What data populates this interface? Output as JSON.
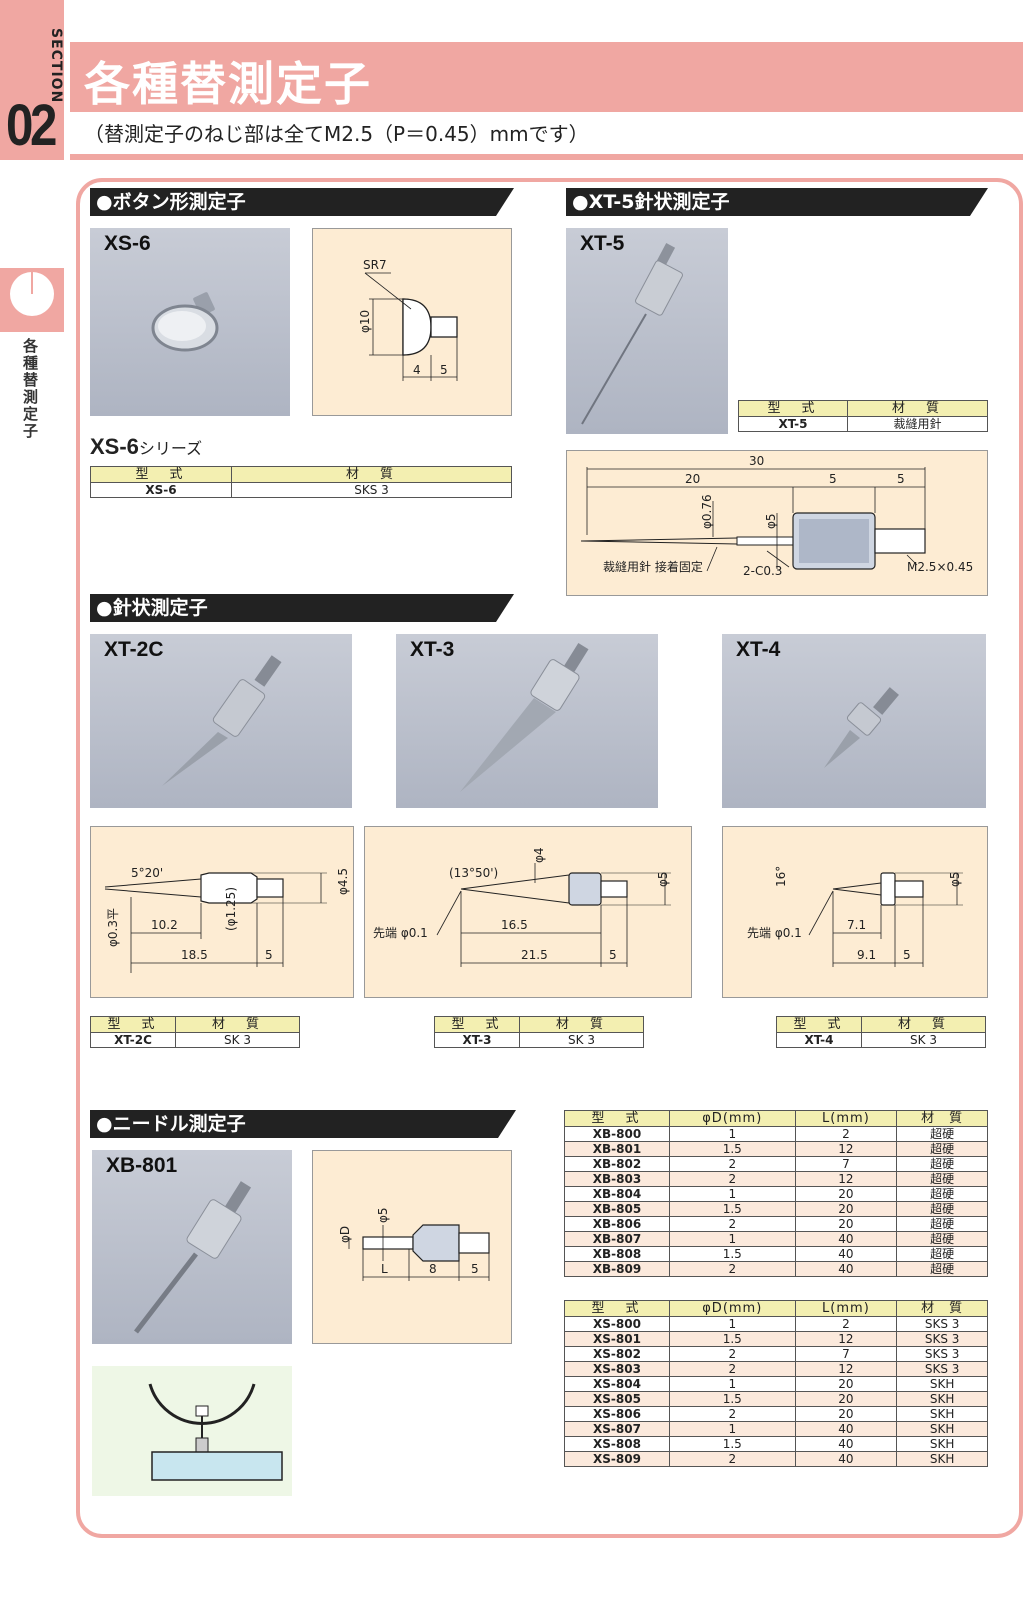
{
  "section": {
    "label": "SECTION",
    "number": "02",
    "side_text": "各種替測定子"
  },
  "header": {
    "title": "各種替測定子",
    "subtitle": "（替測定子のねじ部は全てM2.5（P＝0.45）mmです）"
  },
  "table_headers": {
    "model": "型　式",
    "material": "材　質",
    "phi_d": "φD(mm)",
    "l": "L(mm)"
  },
  "button_section": {
    "title": "●ボタン形測定子",
    "photo_label": "XS-6",
    "series_title": "XS-6",
    "series_suffix": "シリーズ",
    "drawing": {
      "sr": "SR7",
      "phi": "φ10",
      "d1": "4",
      "d2": "5"
    },
    "row": {
      "model": "XS-6",
      "material": "SKS 3"
    }
  },
  "xt5_section": {
    "title": "●XT-5針状測定子",
    "photo_label": "XT-5",
    "row": {
      "model": "XT-5",
      "material": "裁縫用針"
    },
    "drawing": {
      "total": "30",
      "d20": "20",
      "d5a": "5",
      "d5b": "5",
      "phi076": "φ0.76",
      "phi5": "φ5",
      "note1": "裁縫用針 接着固定",
      "note2": "2-C0.3",
      "thread": "M2.5×0.45"
    }
  },
  "needle_section": {
    "title": "●針状測定子",
    "items": [
      {
        "photo_label": "XT-2C",
        "model": "XT-2C",
        "material": "SK 3",
        "drawing": {
          "angle": "5°20'",
          "tip": "φ0.3平",
          "phi": "φ4.5",
          "inner": "(φ1.25)",
          "d1": "10.2",
          "d2": "18.5",
          "d3": "5"
        }
      },
      {
        "photo_label": "XT-3",
        "model": "XT-3",
        "material": "SK 3",
        "drawing": {
          "angle": "(13°50')",
          "tip": "先端 φ0.1",
          "phi4": "φ4",
          "phi5": "φ5",
          "d1": "16.5",
          "d2": "21.5",
          "d3": "5"
        }
      },
      {
        "photo_label": "XT-4",
        "model": "XT-4",
        "material": "SK 3",
        "drawing": {
          "angle": "16°",
          "tip": "先端 φ0.1",
          "phi5": "φ5",
          "d1": "7.1",
          "d2": "9.1",
          "d3": "5"
        }
      }
    ]
  },
  "needle_type_section": {
    "title": "●ニードル測定子",
    "photo_label": "XB-801",
    "drawing": {
      "phi_d": "φD",
      "phi5": "φ5",
      "l": "L",
      "d8": "8",
      "d5": "5"
    }
  },
  "xb_rows": [
    {
      "model": "XB-800",
      "d": "1",
      "l": "2",
      "material": "超硬"
    },
    {
      "model": "XB-801",
      "d": "1.5",
      "l": "12",
      "material": "超硬"
    },
    {
      "model": "XB-802",
      "d": "2",
      "l": "7",
      "material": "超硬"
    },
    {
      "model": "XB-803",
      "d": "2",
      "l": "12",
      "material": "超硬"
    },
    {
      "model": "XB-804",
      "d": "1",
      "l": "20",
      "material": "超硬"
    },
    {
      "model": "XB-805",
      "d": "1.5",
      "l": "20",
      "material": "超硬"
    },
    {
      "model": "XB-806",
      "d": "2",
      "l": "20",
      "material": "超硬"
    },
    {
      "model": "XB-807",
      "d": "1",
      "l": "40",
      "material": "超硬"
    },
    {
      "model": "XB-808",
      "d": "1.5",
      "l": "40",
      "material": "超硬"
    },
    {
      "model": "XB-809",
      "d": "2",
      "l": "40",
      "material": "超硬"
    }
  ],
  "xs_rows": [
    {
      "model": "XS-800",
      "d": "1",
      "l": "2",
      "material": "SKS 3"
    },
    {
      "model": "XS-801",
      "d": "1.5",
      "l": "12",
      "material": "SKS 3"
    },
    {
      "model": "XS-802",
      "d": "2",
      "l": "7",
      "material": "SKS 3"
    },
    {
      "model": "XS-803",
      "d": "2",
      "l": "12",
      "material": "SKS 3"
    },
    {
      "model": "XS-804",
      "d": "1",
      "l": "20",
      "material": "SKH"
    },
    {
      "model": "XS-805",
      "d": "1.5",
      "l": "20",
      "material": "SKH"
    },
    {
      "model": "XS-806",
      "d": "2",
      "l": "20",
      "material": "SKH"
    },
    {
      "model": "XS-807",
      "d": "1",
      "l": "40",
      "material": "SKH"
    },
    {
      "model": "XS-808",
      "d": "1.5",
      "l": "40",
      "material": "SKH"
    },
    {
      "model": "XS-809",
      "d": "2",
      "l": "40",
      "material": "SKH"
    }
  ]
}
